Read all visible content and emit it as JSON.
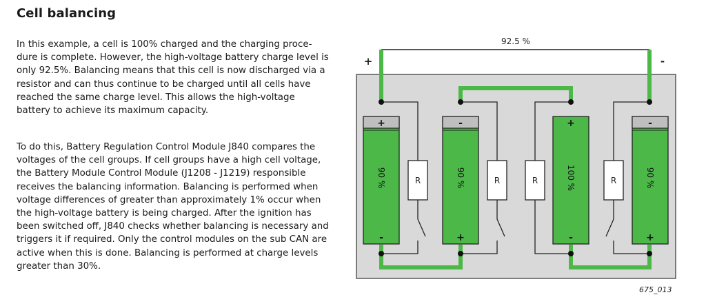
{
  "title": "Cell balancing",
  "paragraph1": [
    "In this example, a cell is 100% charged and the charging proce-",
    "dure is complete. However, the high-voltage battery charge level is",
    "only 92.5%. Balancing means that this cell is now discharged via a",
    "resistor and can thus continue to be charged until all cells have",
    "reached the same charge level. This allows the high-voltage",
    "battery to achieve its maximum capacity."
  ],
  "paragraph2": [
    "To do this, Battery Regulation Control Module J840 compares the",
    "voltages of the cell groups. If cell groups have a high cell voltage,",
    "the Battery Module Control Module (J1208 - J1219) responsible",
    "receives the balancing information. Balancing is performed when",
    "voltage differences of greater than approximately 1% occur when",
    "the high-voltage battery is being charged. After the ignition has",
    "been switched off, J840 checks whether balancing is necessary and",
    "triggers it if required. Only the control modules on the sub CAN are",
    "active when this is done. Balancing is performed at charge levels",
    "greater than 30%."
  ],
  "diagram": {
    "total_charge_label": "92.5 %",
    "pack_plus": "+",
    "pack_minus": "-",
    "resistor_label": "R",
    "cells": [
      {
        "charge_label": "90 %",
        "top_terminal": "+",
        "bottom_terminal": "-"
      },
      {
        "charge_label": "90 %",
        "top_terminal": "-",
        "bottom_terminal": "+"
      },
      {
        "charge_label": "100 %",
        "top_terminal": "+",
        "bottom_terminal": "-"
      },
      {
        "charge_label": "90 %",
        "top_terminal": "-",
        "bottom_terminal": "+"
      }
    ],
    "colors": {
      "cell_green": "#4cb848",
      "wire_green": "#4cb848",
      "panel_gray": "#d9d9d9",
      "cap_gray": "#bfbfbf"
    }
  },
  "figure_code": "675_013"
}
